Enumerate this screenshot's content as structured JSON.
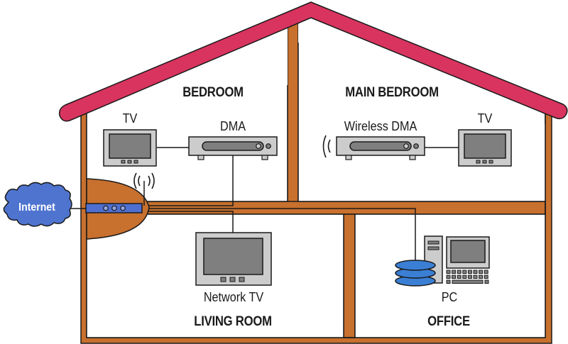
{
  "title": "Home media network diagram",
  "colors": {
    "roof": "#d8345f",
    "wall": "#c8702e",
    "outline": "#1a1a1a",
    "device_body": "#cccccc",
    "screen": "#7f7f7f",
    "router": "#4f6fd0",
    "cloud": "#4f74cf",
    "disk": "#3a7fd4"
  },
  "rooms": [
    {
      "id": "bedroom",
      "label": "BEDROOM"
    },
    {
      "id": "main-bedroom",
      "label": "MAIN BEDROOM"
    },
    {
      "id": "living-room",
      "label": "LIVING ROOM"
    },
    {
      "id": "office",
      "label": "OFFICE"
    }
  ],
  "devices": {
    "internet": {
      "label": "Internet",
      "icon": "cloud-icon"
    },
    "router": {
      "label": "",
      "icon": "wireless-router-icon"
    },
    "bedroom_tv": {
      "label": "TV",
      "icon": "tv-icon"
    },
    "bedroom_dma": {
      "label": "DMA",
      "icon": "media-adapter-icon"
    },
    "main_bedroom_dma": {
      "label": "Wireless DMA",
      "icon": "wireless-media-adapter-icon"
    },
    "main_bedroom_tv": {
      "label": "TV",
      "icon": "tv-icon"
    },
    "network_tv": {
      "label": "Network TV",
      "icon": "tv-icon"
    },
    "pc": {
      "label": "PC",
      "icon": "desktop-pc-icon"
    }
  },
  "connections": [
    {
      "from": "Internet",
      "to": "Router",
      "type": "wired"
    },
    {
      "from": "Router",
      "to": "DMA",
      "type": "wired"
    },
    {
      "from": "Router",
      "to": "Network TV",
      "type": "wired"
    },
    {
      "from": "Router",
      "to": "PC",
      "type": "wired"
    },
    {
      "from": "DMA",
      "to": "TV (Bedroom)",
      "type": "wired"
    },
    {
      "from": "Wireless DMA",
      "to": "TV (Main Bedroom)",
      "type": "wired"
    },
    {
      "from": "Router",
      "to": "Wireless DMA",
      "type": "wireless"
    }
  ]
}
